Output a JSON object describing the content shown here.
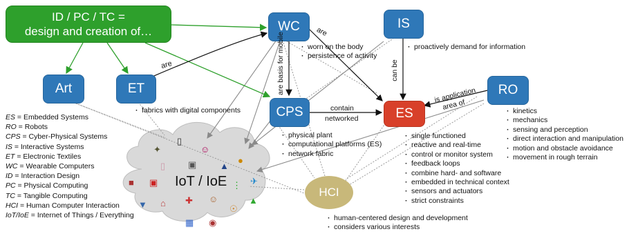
{
  "nodes": {
    "id_pc_tc": {
      "line1": "ID / PC / TC =",
      "line2": "design and creation of…"
    },
    "art": "Art",
    "et": "ET",
    "wc": "WC",
    "is": "IS",
    "cps": "CPS",
    "es": "ES",
    "ro": "RO",
    "hci": "HCI",
    "iot": "IoT / IoE"
  },
  "edge_labels": {
    "et_are": "are",
    "wc_are": "are",
    "wc_basis": "are basis for mobile",
    "is_can_be": "can be",
    "cps_contain": "contain",
    "cps_networked": "networked",
    "ro_is_application": "is application",
    "ro_area_of": "area of"
  },
  "wc_bullets": [
    "worn on the body",
    "persistence of activity"
  ],
  "is_bullets": [
    "proactively demand for information"
  ],
  "et_bullets": [
    "fabrics with digital components"
  ],
  "ro_bullets": [
    "kinetics",
    "mechanics",
    "sensing and perception",
    "direct interaction and manipulation",
    "motion and obstacle avoidance",
    "movement in rough terrain"
  ],
  "cps_bullets": [
    "physical plant",
    "computational platforms (ES)",
    "network fabric"
  ],
  "es_bullets": [
    "single functioned",
    "reactive and real-time",
    "control or monitor system",
    "feedback loops",
    "combine hard- and software",
    "embedded in technical context",
    "sensors and actuators",
    "strict constraints"
  ],
  "hci_bullets": [
    "human-centered design and development",
    "considers various interests"
  ],
  "legend": [
    {
      "abbr": "ES",
      "def": " = Embedded Systems"
    },
    {
      "abbr": "RO",
      "def": " = Robots"
    },
    {
      "abbr": "CPS",
      "def": " = Cyber-Physical Systems"
    },
    {
      "abbr": "IS",
      "def": " = Interactive Systems"
    },
    {
      "abbr": "ET",
      "def": " = Electronic Textiles"
    },
    {
      "abbr": "WC",
      "def": " = Wearable Computers"
    },
    {
      "abbr": "ID",
      "def": " = Interaction Design"
    },
    {
      "abbr": "PC",
      "def": " = Physical Computing"
    },
    {
      "abbr": "TC",
      "def": " = Tangible Computing"
    },
    {
      "abbr": "HCI",
      "def": " = Human Computer Interaction"
    },
    {
      "abbr": "IoT/IoE",
      "def": " = Internet of Things / Everything"
    }
  ],
  "icons": [
    "eagle-icon",
    "phone-icon",
    "person-icon",
    "baby-bottle-icon",
    "cart-icon",
    "skater-icon",
    "burger-icon",
    "factory-icon",
    "truck-icon",
    "traffic-light-icon",
    "airplane-icon",
    "ship-icon",
    "house-icon",
    "hospital-icon",
    "family-icon",
    "tree-icon",
    "car-icon",
    "cyclist-icon"
  ],
  "colors": {
    "blue": "#2f78b8",
    "green": "#2ea02c",
    "red": "#d8402a",
    "hci": "#c8b87a",
    "cloud": "#d9d9d9"
  }
}
